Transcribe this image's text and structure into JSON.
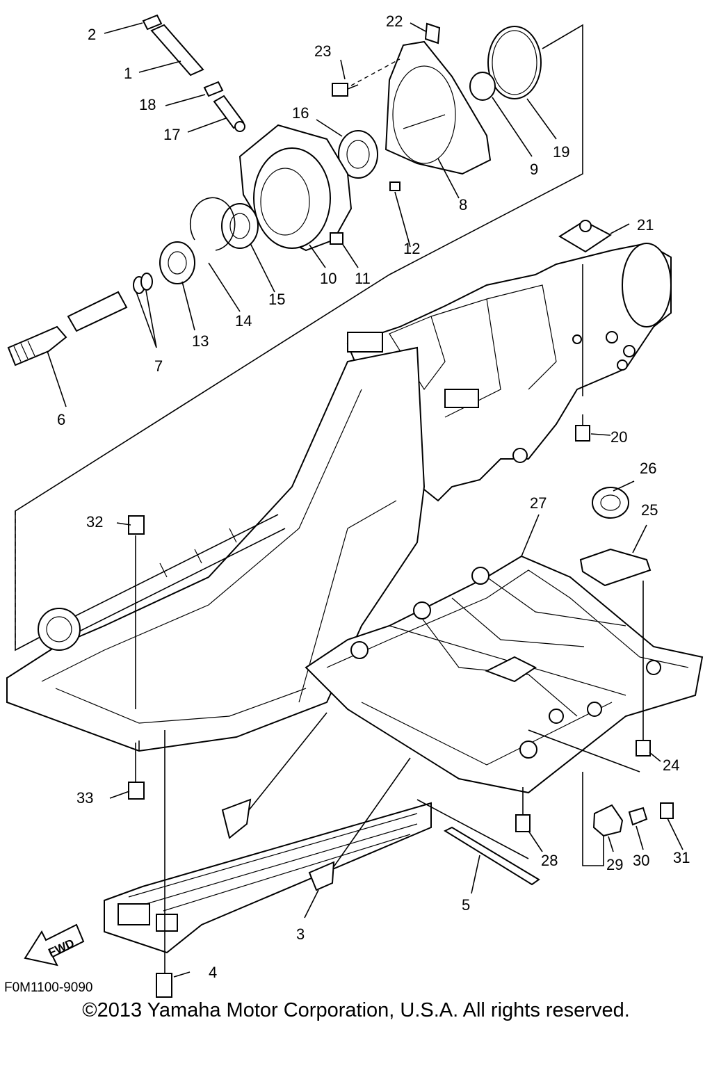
{
  "callouts": {
    "p1": "1",
    "p2": "2",
    "p3": "3",
    "p4": "4",
    "p5": "5",
    "p6": "6",
    "p7": "7",
    "p8": "8",
    "p9": "9",
    "p10": "10",
    "p11": "11",
    "p12": "12",
    "p13": "13",
    "p14": "14",
    "p15": "15",
    "p16": "16",
    "p17": "17",
    "p18": "18",
    "p19": "19",
    "p20": "20",
    "p21": "21",
    "p22": "22",
    "p23": "23",
    "p24": "24",
    "p25": "25",
    "p26": "26",
    "p27": "27",
    "p28": "28",
    "p29": "29",
    "p30": "30",
    "p31": "31",
    "p32": "32",
    "p33": "33"
  },
  "fwd_label": "FWD",
  "diagram_code": "F0M1100-9090",
  "copyright": "©2013 Yamaha Motor Corporation, U.S.A. All rights reserved."
}
